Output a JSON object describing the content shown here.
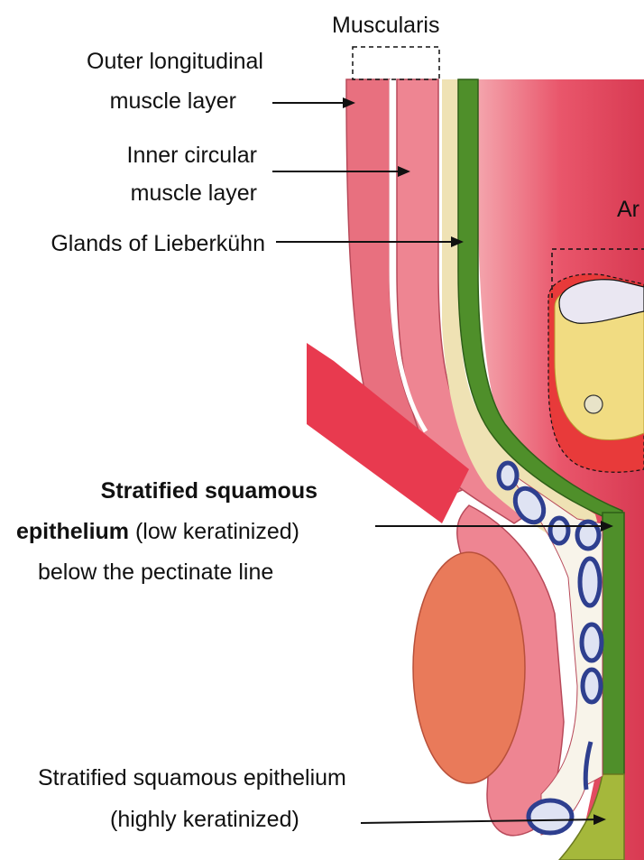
{
  "labels": {
    "muscularis": "Muscularis",
    "outer_longitudinal_line1": "Outer longitudinal",
    "outer_longitudinal_line2": "muscle layer",
    "inner_circular_line1": "Inner circular",
    "inner_circular_line2": "muscle layer",
    "glands": "Glands of Lieberkühn",
    "squamous_low_bold_line1": "Stratified squamous",
    "squamous_low_bold_line2": "epithelium",
    "squamous_low_rest_line2": " (low keratinized)",
    "squamous_low_line3": "below the pectinate line",
    "squamous_high_line1": "Stratified squamous epithelium",
    "squamous_high_line2": "(highly keratinized)",
    "anal_cut": "Ar"
  },
  "colors": {
    "muscle_pink": "#e8707f",
    "muscle_light": "#f4a6ae",
    "lumen_red": "#e2405a",
    "lumen_light": "#f7b7bf",
    "mucosa_green": "#4f8f2a",
    "submucosa_cream": "#efe2b4",
    "gland_yellow": "#f1dc82",
    "fat_orange": "#e97a5a",
    "vein_blue": "#2e3f8f",
    "red_band": "#e83a3a",
    "olive_green": "#a5b83b"
  }
}
